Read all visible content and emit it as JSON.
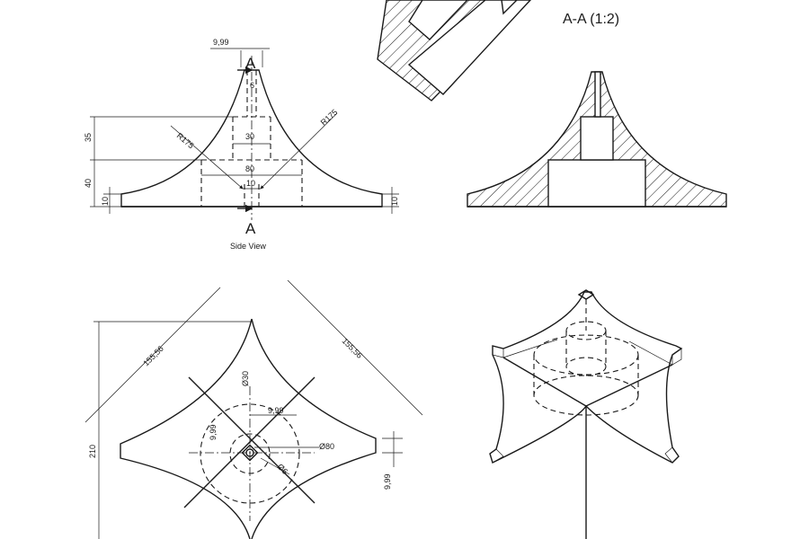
{
  "section_title": "A-A (1:2)",
  "side_view": {
    "caption": "Side View",
    "section_marker_top": "A",
    "section_marker_bottom": "A",
    "dims": {
      "top_width": "9,99",
      "hole_depth": "6",
      "radius_left": "R175",
      "radius_right": "R175",
      "inner_width_30": "30",
      "inner_width_80": "80",
      "inner_width_10": "10",
      "height_35": "35",
      "height_40": "40",
      "edge_left_10": "10",
      "edge_right_10": "10"
    }
  },
  "top_view": {
    "dims": {
      "diag_left": "155,56",
      "diag_right": "155,56",
      "overall_height": "210",
      "dia_30": "Ø30",
      "width_999_a": "9,99",
      "width_999_b": "9,99",
      "dia_80": "Ø80",
      "dia_6": "Ø6",
      "edge_999": "9,99"
    }
  }
}
